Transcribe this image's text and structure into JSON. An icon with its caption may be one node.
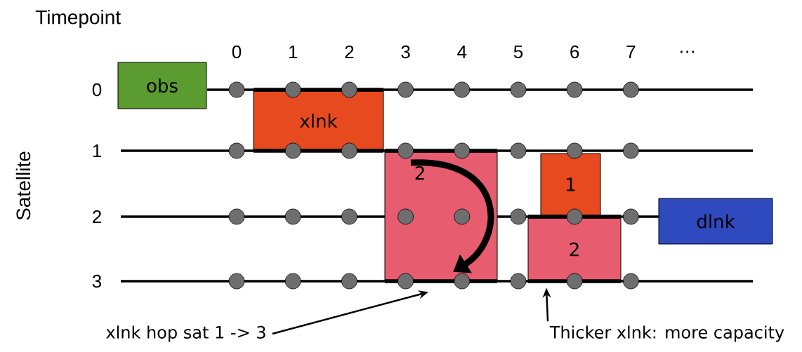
{
  "diagram": {
    "nodes": [
      {
        "text": [
          "obs"
        ]
      },
      {
        "text": [
          "xlnk"
        ]
      },
      {
        "text": [
          "2"
        ]
      },
      {
        "text": [
          "1"
        ]
      },
      {
        "text": [
          "2"
        ]
      },
      {
        "text": [
          "dlnk"
        ]
      },
      {
        "text": [
          "xlnk hop sat 1 -> 3"
        ]
      },
      {
        "text": [
          "Thicker xlnk: more capacity"
        ]
      }
    ],
    "edges": [
      {
        "from": 6,
        "to": 2,
        "arrow": "to"
      },
      {
        "from": 7,
        "to": 4,
        "arrow": "to"
      }
    ],
    "labels": [
      "Timepoint",
      "0",
      "1",
      "2",
      "3",
      "4",
      "5",
      "6",
      "7",
      "…",
      "Satellite",
      "0",
      "1",
      "2",
      "3"
    ]
  }
}
